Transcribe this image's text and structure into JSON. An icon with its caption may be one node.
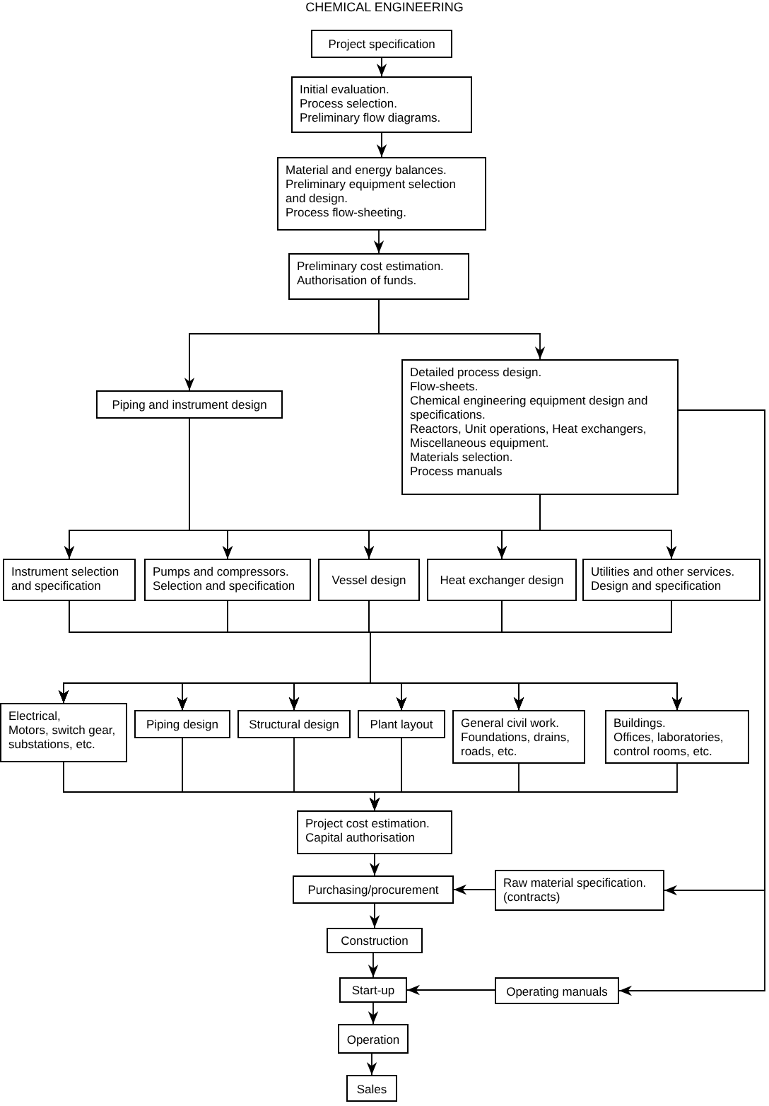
{
  "diagram": {
    "nodes": [
      {
        "text": [
          "Project specification"
        ]
      },
      {
        "text": [
          "Initial evaluation.",
          "Process selection.",
          "Preliminary flow diagrams."
        ]
      },
      {
        "text": [
          "Material and energy balances.",
          "Preliminary equipment selection and design.",
          "Process flow-sheeting."
        ]
      },
      {
        "text": [
          "Preliminary cost estimation.",
          "Authorisation of funds."
        ]
      },
      {
        "text": [
          "Piping and instrument design"
        ]
      },
      {
        "text": [
          "Detailed process design.",
          "Flow-sheets.",
          "Chemical engineering equipment design and specifications.",
          "Reactors, Unit operations, Heat exchangers,",
          "Miscellaneous equipment.",
          "Materials selection.",
          "Process manuals"
        ]
      },
      {
        "text": [
          "Instrument selection and specification"
        ]
      },
      {
        "text": [
          "Pumps and compressors.",
          "Selection and specification"
        ]
      },
      {
        "text": [
          "Vessel design"
        ]
      },
      {
        "text": [
          "Heat exchanger design"
        ]
      },
      {
        "text": [
          "Utilities and other services.",
          "Design and specification"
        ]
      },
      {
        "text": [
          "Electrical,",
          "Motors, switch gear, substations, etc."
        ]
      },
      {
        "text": [
          "Piping design"
        ]
      },
      {
        "text": [
          "Structural design"
        ]
      },
      {
        "text": [
          "Plant layout"
        ]
      },
      {
        "text": [
          "General civil work.",
          "Foundations, drains, roads, etc."
        ]
      },
      {
        "text": [
          "Buildings.",
          "Offices, laboratories, control rooms, etc."
        ]
      },
      {
        "text": [
          "Project cost estimation.",
          "Capital authorisation"
        ]
      },
      {
        "text": [
          "Purchasing/procurement"
        ]
      },
      {
        "text": [
          "Raw material specification.",
          "(contracts)"
        ]
      },
      {
        "text": [
          "Construction"
        ]
      },
      {
        "text": [
          "Start-up"
        ]
      },
      {
        "text": [
          "Operating manuals"
        ]
      },
      {
        "text": [
          "Operation"
        ]
      },
      {
        "text": [
          "Sales"
        ]
      }
    ],
    "edges": [
      {
        "from": 0,
        "to": 1,
        "arrow": "to"
      },
      {
        "from": 1,
        "to": 2,
        "arrow": "to"
      },
      {
        "from": 2,
        "to": 3,
        "arrow": "to"
      },
      {
        "from": 3,
        "to": 4,
        "arrow": "to"
      },
      {
        "from": 3,
        "to": 5,
        "arrow": "to"
      },
      {
        "from": 4,
        "to": 6,
        "arrow": "to"
      },
      {
        "from": 4,
        "to": 7,
        "arrow": "to"
      },
      {
        "from": 4,
        "to": 8,
        "arrow": "to"
      },
      {
        "from": 4,
        "to": 9,
        "arrow": "to"
      },
      {
        "from": 4,
        "to": 10,
        "arrow": "to"
      },
      {
        "from": 5,
        "to": 6,
        "arrow": "to"
      },
      {
        "from": 5,
        "to": 7,
        "arrow": "to"
      },
      {
        "from": 5,
        "to": 8,
        "arrow": "to"
      },
      {
        "from": 5,
        "to": 9,
        "arrow": "to"
      },
      {
        "from": 5,
        "to": 10,
        "arrow": "to"
      },
      {
        "from": 6,
        "to": 11,
        "arrow": "to"
      },
      {
        "from": 6,
        "to": 12,
        "arrow": "to"
      },
      {
        "from": 6,
        "to": 13,
        "arrow": "to"
      },
      {
        "from": 6,
        "to": 14,
        "arrow": "to"
      },
      {
        "from": 6,
        "to": 15,
        "arrow": "to"
      },
      {
        "from": 6,
        "to": 16,
        "arrow": "to"
      },
      {
        "from": 7,
        "to": 11,
        "arrow": "to"
      },
      {
        "from": 7,
        "to": 12,
        "arrow": "to"
      },
      {
        "from": 7,
        "to": 13,
        "arrow": "to"
      },
      {
        "from": 7,
        "to": 14,
        "arrow": "to"
      },
      {
        "from": 7,
        "to": 15,
        "arrow": "to"
      },
      {
        "from": 7,
        "to": 16,
        "arrow": "to"
      },
      {
        "from": 8,
        "to": 11,
        "arrow": "to"
      },
      {
        "from": 8,
        "to": 12,
        "arrow": "to"
      },
      {
        "from": 8,
        "to": 13,
        "arrow": "to"
      },
      {
        "from": 8,
        "to": 14,
        "arrow": "to"
      },
      {
        "from": 8,
        "to": 15,
        "arrow": "to"
      },
      {
        "from": 8,
        "to": 16,
        "arrow": "to"
      },
      {
        "from": 9,
        "to": 11,
        "arrow": "to"
      },
      {
        "from": 9,
        "to": 12,
        "arrow": "to"
      },
      {
        "from": 9,
        "to": 13,
        "arrow": "to"
      },
      {
        "from": 9,
        "to": 14,
        "arrow": "to"
      },
      {
        "from": 9,
        "to": 15,
        "arrow": "to"
      },
      {
        "from": 9,
        "to": 16,
        "arrow": "to"
      },
      {
        "from": 10,
        "to": 11,
        "arrow": "to"
      },
      {
        "from": 10,
        "to": 12,
        "arrow": "to"
      },
      {
        "from": 10,
        "to": 13,
        "arrow": "to"
      },
      {
        "from": 10,
        "to": 14,
        "arrow": "to"
      },
      {
        "from": 10,
        "to": 15,
        "arrow": "to"
      },
      {
        "from": 10,
        "to": 16,
        "arrow": "to"
      },
      {
        "from": 11,
        "to": 17,
        "arrow": "to"
      },
      {
        "from": 12,
        "to": 17,
        "arrow": "to"
      },
      {
        "from": 13,
        "to": 17,
        "arrow": "to"
      },
      {
        "from": 14,
        "to": 17,
        "arrow": "to"
      },
      {
        "from": 15,
        "to": 17,
        "arrow": "to"
      },
      {
        "from": 16,
        "to": 17,
        "arrow": "to"
      },
      {
        "from": 17,
        "to": 18,
        "arrow": "to"
      },
      {
        "from": 19,
        "to": 18,
        "arrow": "to"
      },
      {
        "from": 18,
        "to": 20,
        "arrow": "to"
      },
      {
        "from": 20,
        "to": 21,
        "arrow": "to"
      },
      {
        "from": 22,
        "to": 21,
        "arrow": "to"
      },
      {
        "from": 21,
        "to": 23,
        "arrow": "to"
      },
      {
        "from": 23,
        "to": 24,
        "arrow": "to"
      },
      {
        "from": 5,
        "to": 19,
        "arrow": "to"
      },
      {
        "from": 5,
        "to": 22,
        "arrow": "to"
      }
    ],
    "labels": [
      "CHEMICAL ENGINEERING"
    ]
  }
}
